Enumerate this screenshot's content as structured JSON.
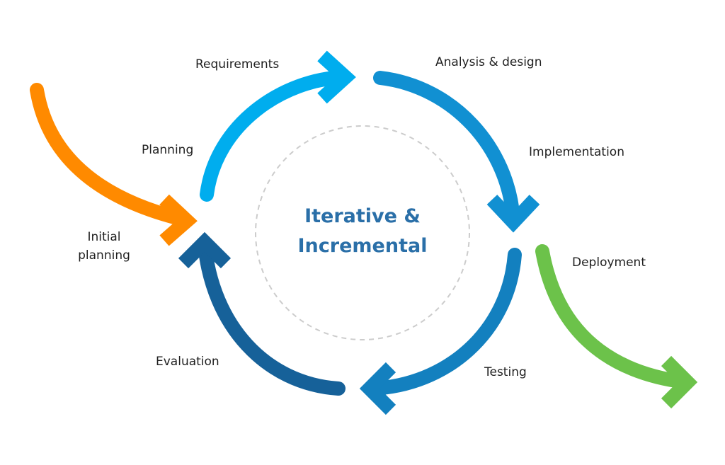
{
  "center": {
    "line1": "Iterative &",
    "line2": "Incremental",
    "color": "#2a6fa8"
  },
  "stages": {
    "initial_planning": {
      "line1": "Initial",
      "line2": "planning",
      "color": "#ff8a00"
    },
    "planning": {
      "label": "Planning"
    },
    "requirements": {
      "label": "Requirements",
      "color": "#00adee"
    },
    "analysis_design": {
      "label": "Analysis & design",
      "color": "#1190d2"
    },
    "implementation": {
      "label": "Implementation"
    },
    "deployment": {
      "label": "Deployment",
      "color": "#6cc24a"
    },
    "testing": {
      "label": "Testing",
      "color": "#1380bf"
    },
    "evaluation": {
      "label": "Evaluation",
      "color": "#166199"
    }
  },
  "center_circle": {
    "style": "dashed",
    "color": "#cccccc"
  }
}
